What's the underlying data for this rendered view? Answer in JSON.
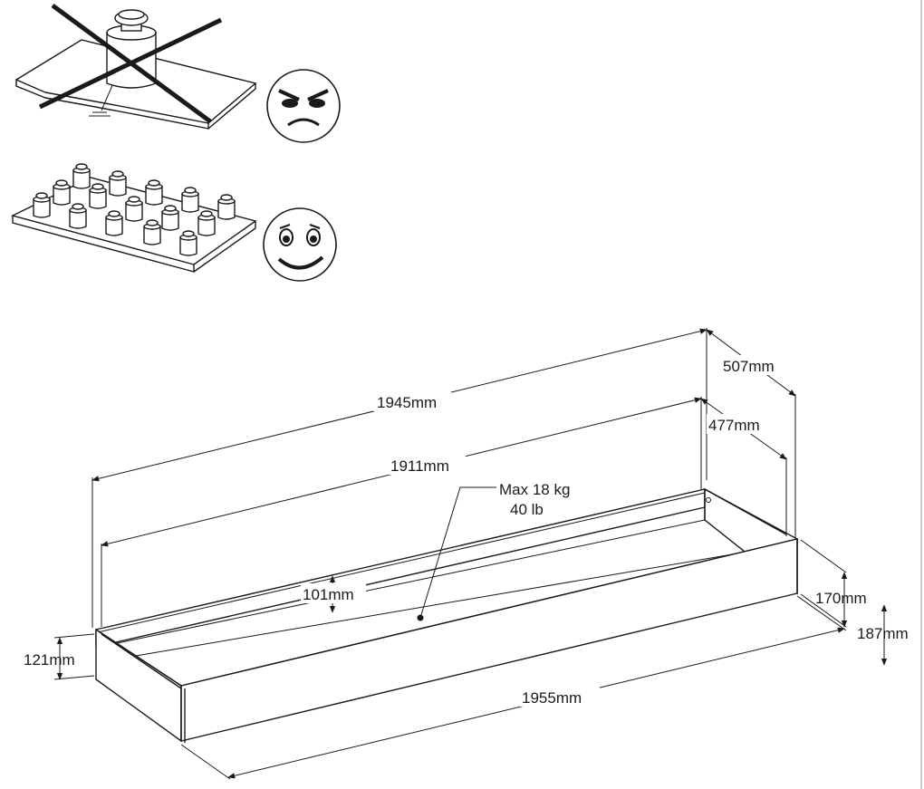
{
  "dimensions": {
    "total_length": "1945mm",
    "inner_length": "1911mm",
    "total_depth": "507mm",
    "inner_depth": "477mm",
    "inner_height": "101mm",
    "side_height": "121mm",
    "front_height": "170mm",
    "front_total_height": "187mm",
    "front_length": "1955mm"
  },
  "load": {
    "max_kg": "Max 18 kg",
    "max_lb": "40 lb"
  },
  "icons": {
    "bad_load": "concentrated-weight-crossed-icon",
    "good_load": "distributed-weights-icon",
    "angry_face": "angry-face-icon",
    "happy_face": "happy-face-icon"
  }
}
